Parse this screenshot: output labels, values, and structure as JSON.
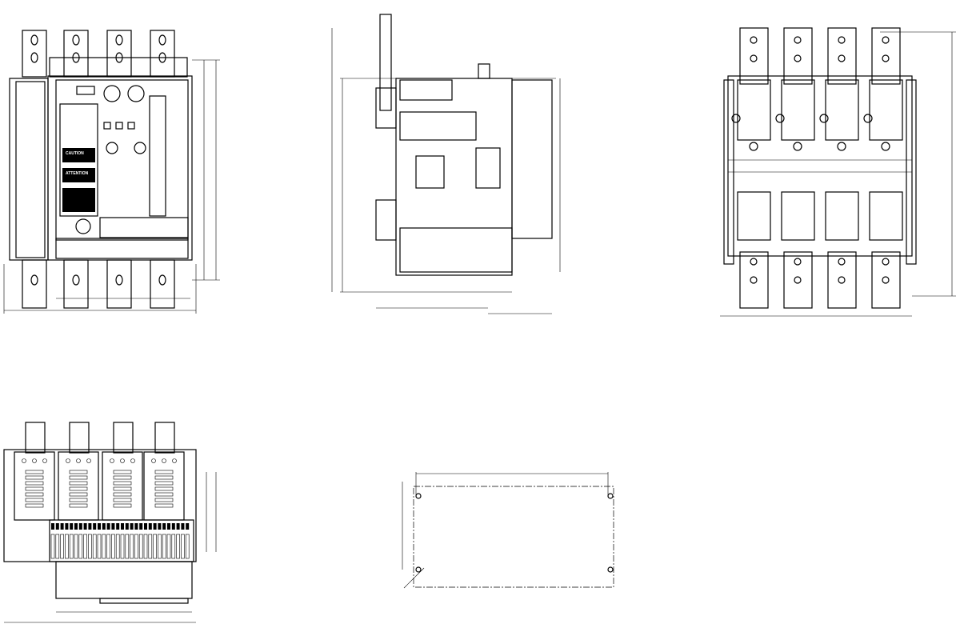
{
  "drawing": {
    "line_color": "#000000",
    "background": "#ffffff",
    "front_view": {
      "poles": 4,
      "warning_labels": [
        "CAUTION",
        "ATTENTION"
      ]
    },
    "side_view": {},
    "rear_view": {
      "poles": 4
    },
    "top_view": {
      "poles": 4
    },
    "mounting_plate": {
      "holes": 4
    }
  }
}
